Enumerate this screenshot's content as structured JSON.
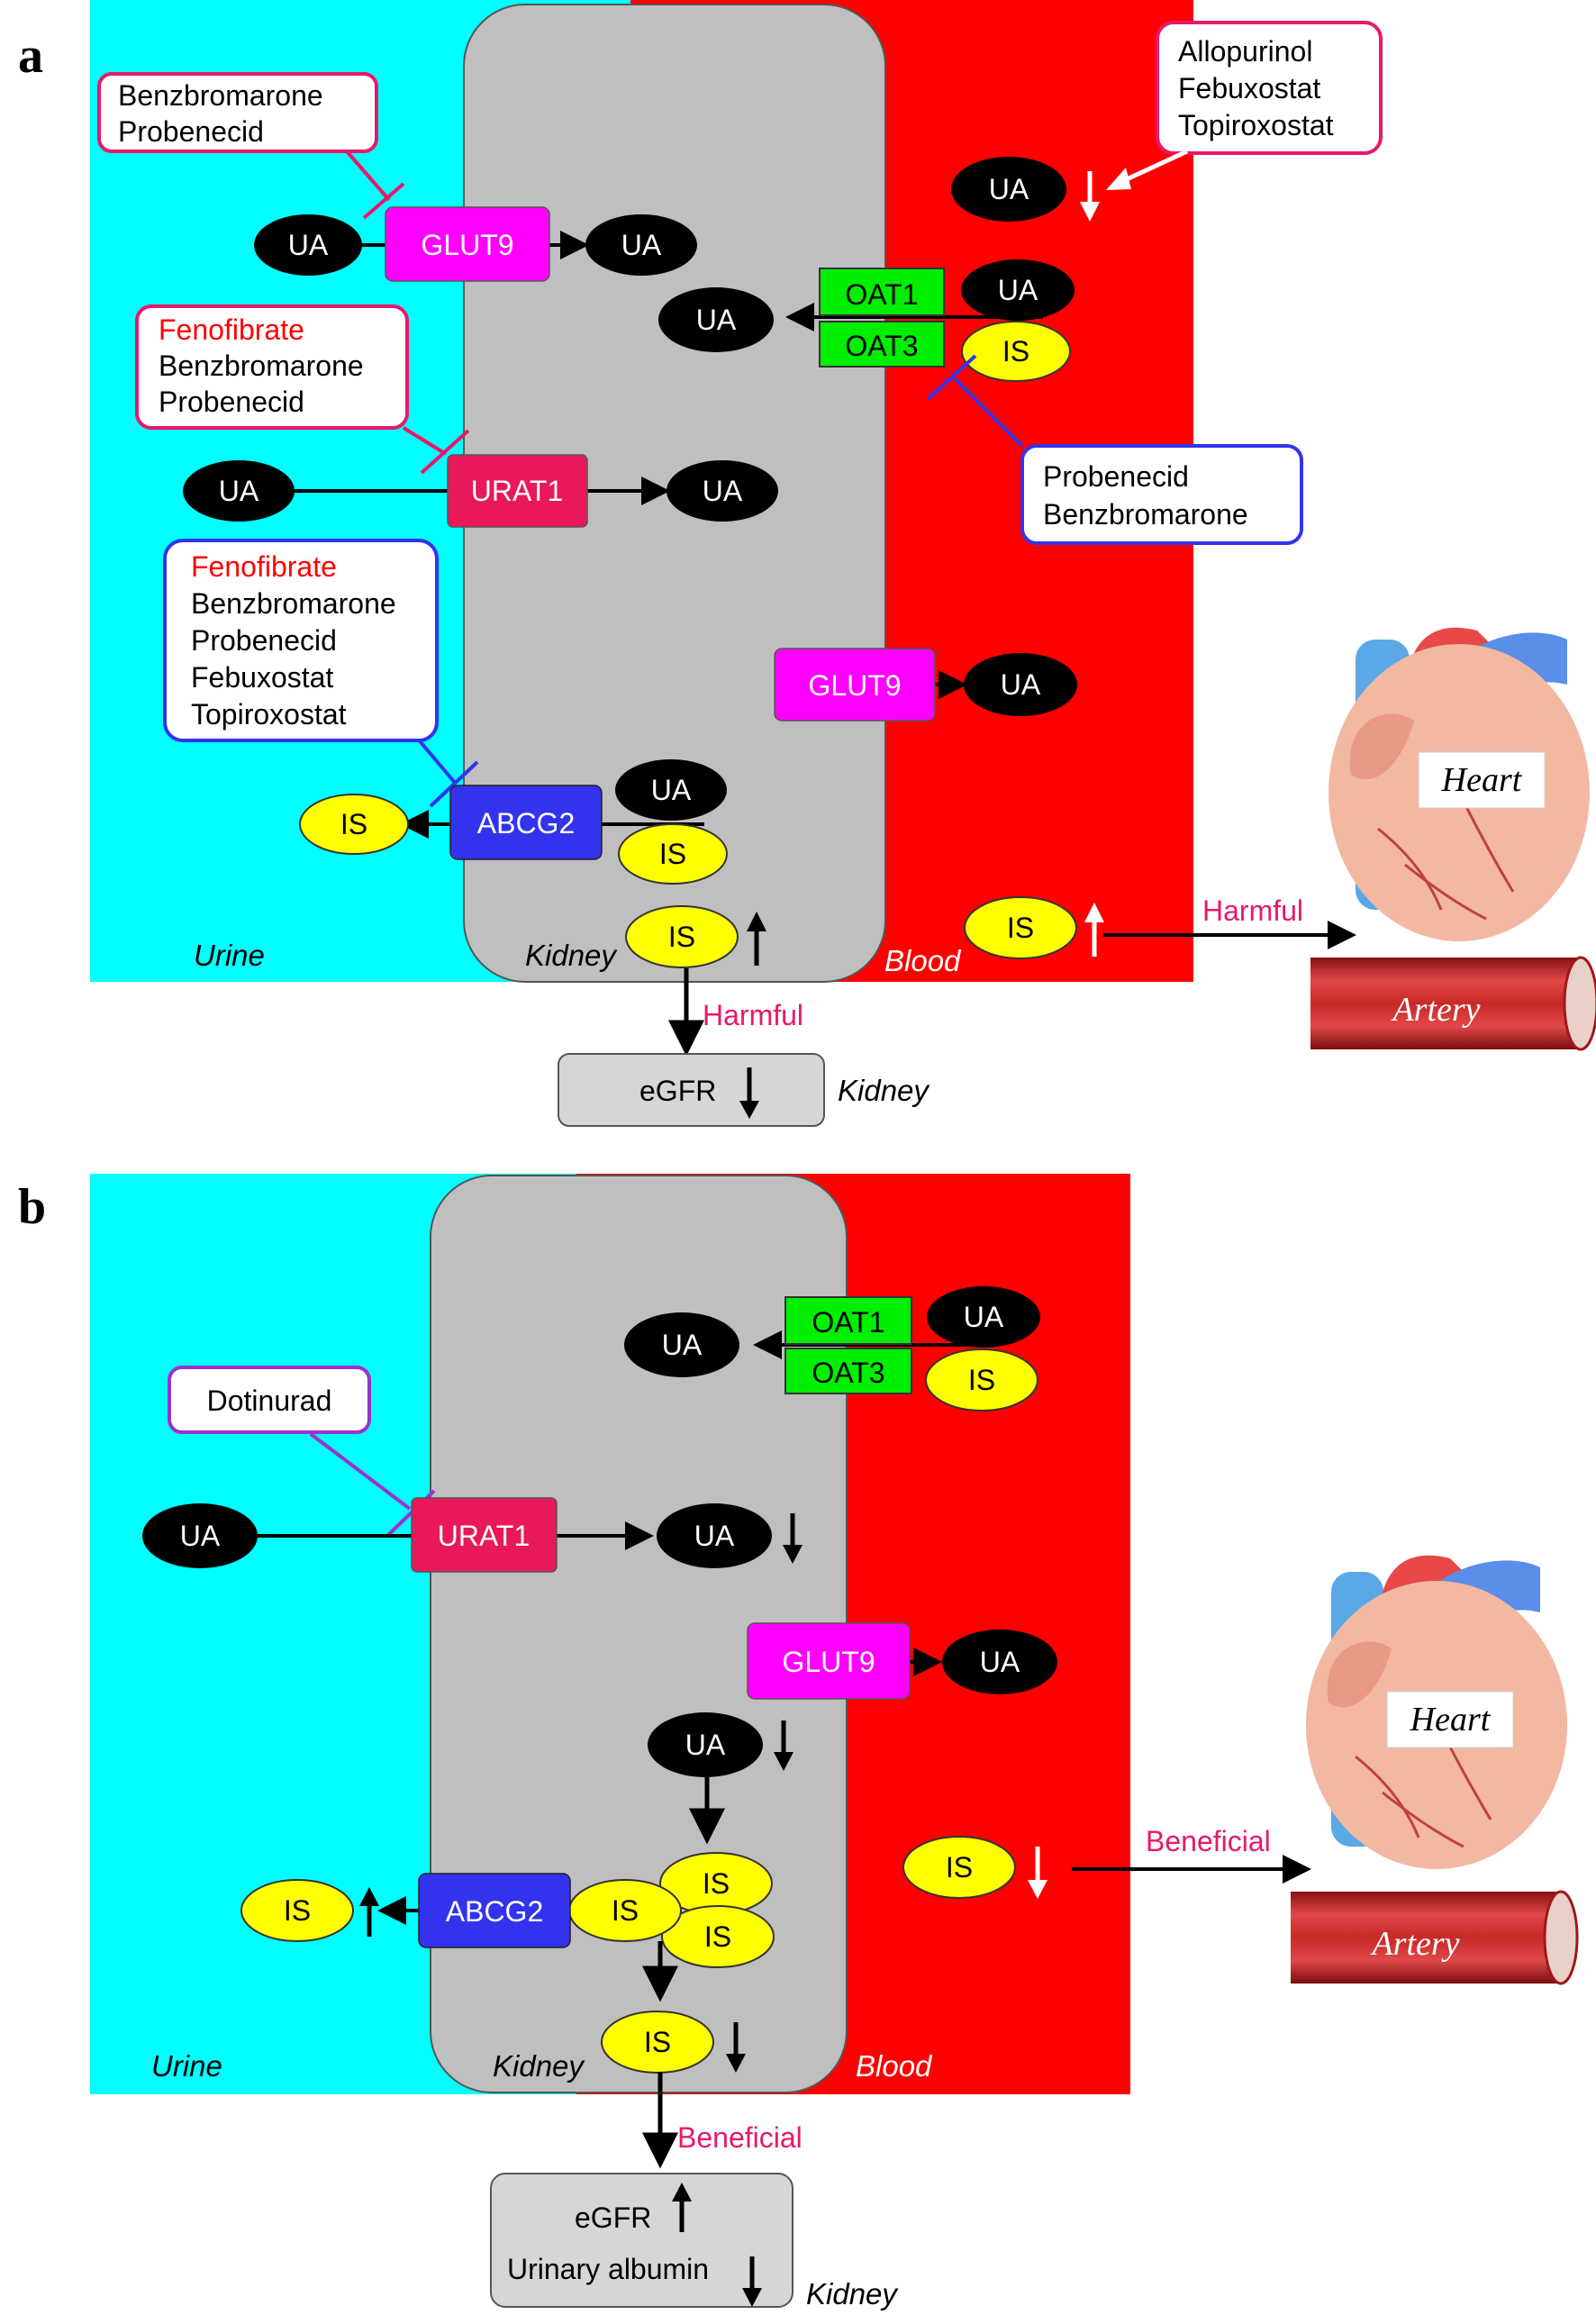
{
  "panels": {
    "a": {
      "label": "a",
      "regions": {
        "urine": "Urine",
        "kidney": "Kidney",
        "blood": "Blood"
      },
      "molecules": {
        "ua": "UA",
        "is": "IS"
      },
      "transporters": {
        "glut9": "GLUT9",
        "urat1": "URAT1",
        "abcg2": "ABCG2",
        "oat1": "OAT1",
        "oat3": "OAT3"
      },
      "drug_boxes": {
        "glut9_inhibitors": [
          "Benzbromarone",
          "Probenecid"
        ],
        "urat1_inhibitors": [
          "Fenofibrate",
          "Benzbromarone",
          "Probenecid"
        ],
        "abcg2_inhibitors": [
          "Fenofibrate",
          "Benzbromarone",
          "Probenecid",
          "Febuxostat",
          "Topiroxostat"
        ],
        "xo_inhibitors": [
          "Allopurinol",
          "Febuxostat",
          "Topiroxostat"
        ],
        "oat_inhibitors": [
          "Probenecid",
          "Benzbromarone"
        ]
      },
      "effects": {
        "kidney_effect": "Harmful",
        "vascular_effect": "Harmful"
      },
      "egfr_box": {
        "line1": "eGFR"
      },
      "outcome_kidney_label": "Kidney",
      "organs": {
        "heart": "Heart",
        "artery": "Artery"
      }
    },
    "b": {
      "label": "b",
      "regions": {
        "urine": "Urine",
        "kidney": "Kidney",
        "blood": "Blood"
      },
      "molecules": {
        "ua": "UA",
        "is": "IS"
      },
      "transporters": {
        "glut9": "GLUT9",
        "urat1": "URAT1",
        "abcg2": "ABCG2",
        "oat1": "OAT1",
        "oat3": "OAT3"
      },
      "drug_boxes": {
        "urat1_inhibitors": [
          "Dotinurad"
        ]
      },
      "effects": {
        "kidney_effect": "Beneficial",
        "vascular_effect": "Beneficial"
      },
      "egfr_box": {
        "line1": "eGFR",
        "line2": "Urinary albumin"
      },
      "outcome_kidney_label": "Kidney",
      "organs": {
        "heart": "Heart",
        "artery": "Artery"
      }
    }
  },
  "colors": {
    "urine": "#00ffff",
    "kidney": "#bfbfbf",
    "blood": "#ff0000",
    "glut9": "#ff00ff",
    "urat1": "#e8185a",
    "abcg2": "#3333ee",
    "oat": "#00ee00",
    "is": "#ffff00",
    "ua": "#000000",
    "effect_text": "#e8186a",
    "fenofibrate_text": "#ff0000",
    "box_pink": "#e8186a",
    "box_blue": "#3333ee",
    "box_purple": "#9933cc",
    "egfr_box": "#d6d6d6"
  }
}
